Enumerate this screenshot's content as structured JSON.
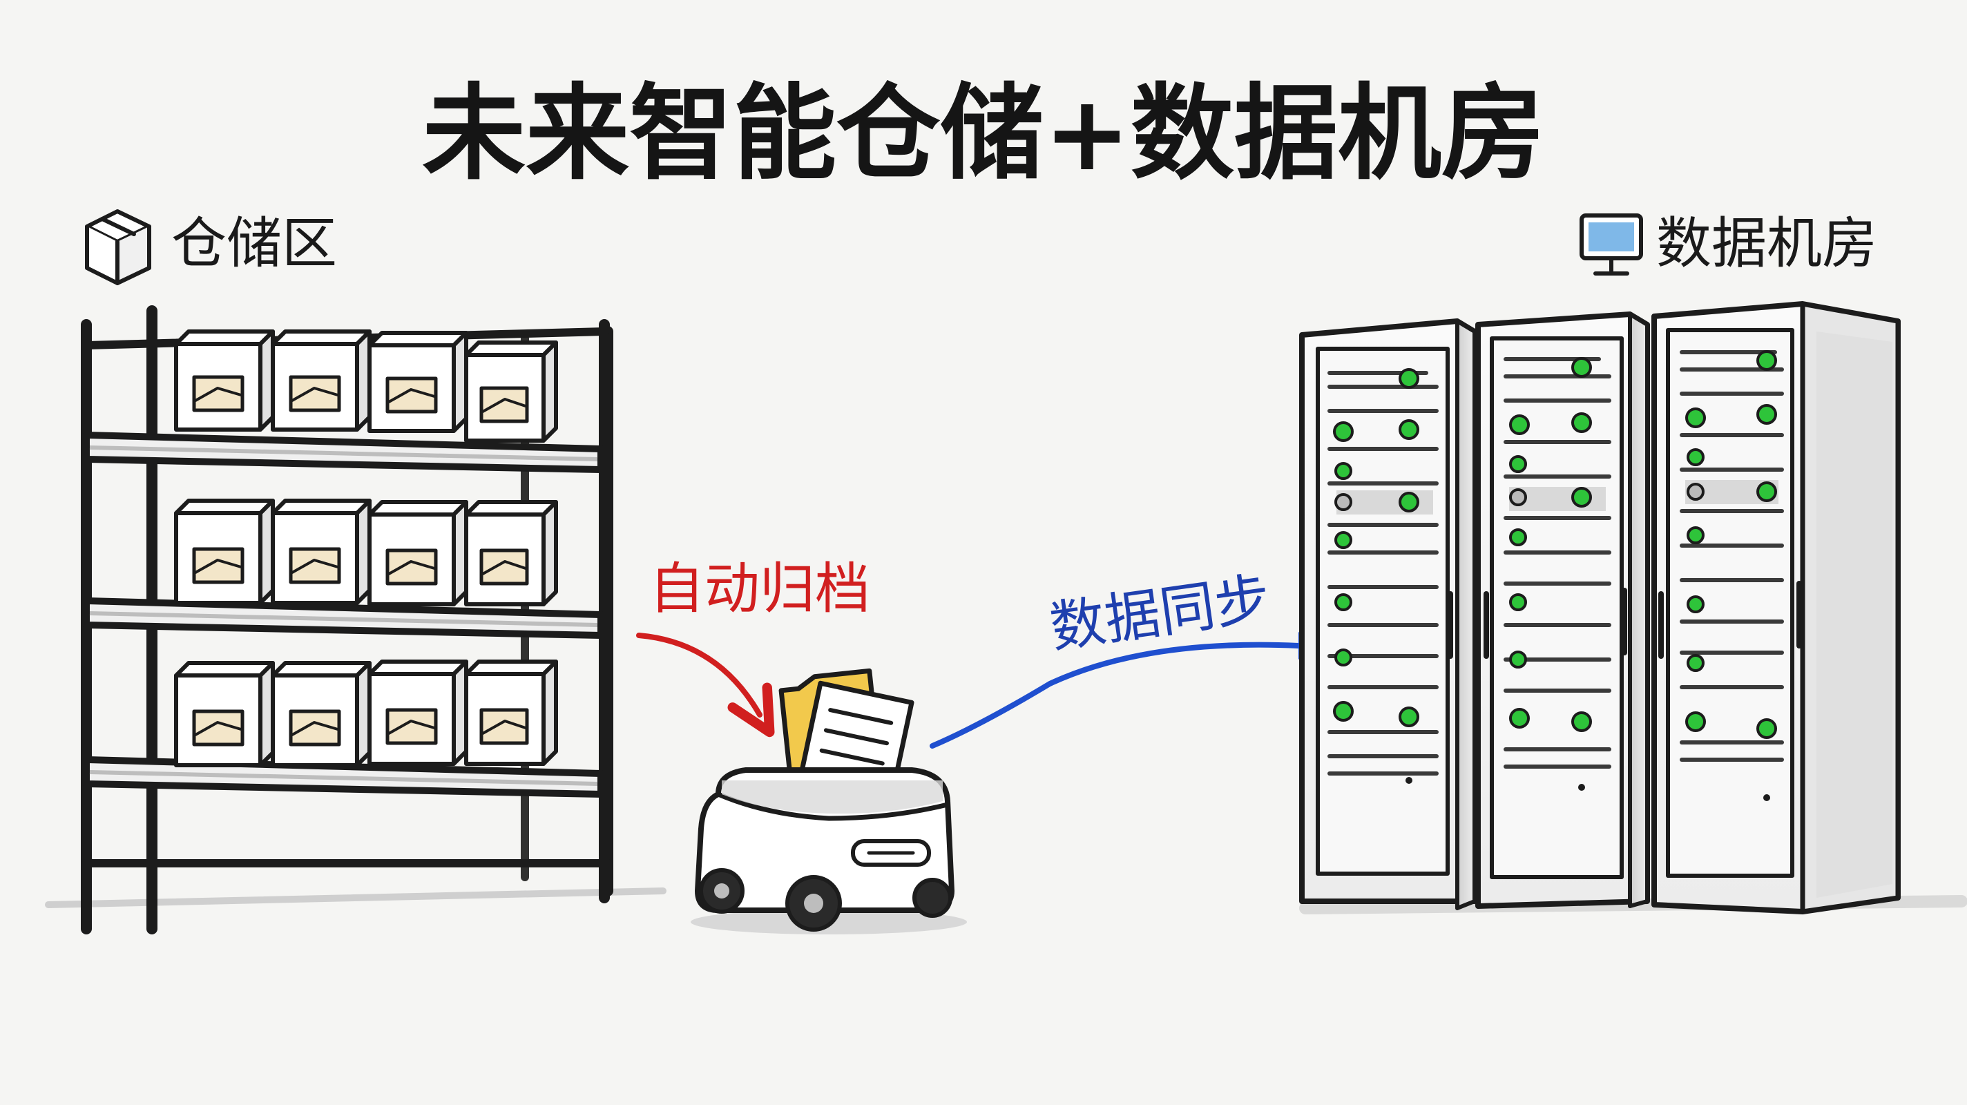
{
  "title": "未来智能仓储+数据机房",
  "left_section": {
    "icon": "box-icon",
    "label": "仓储区"
  },
  "right_section": {
    "icon": "monitor-icon",
    "label": "数据机房"
  },
  "arrows": {
    "archive": {
      "label": "自动归档",
      "color": "#d11f1f"
    },
    "sync": {
      "label": "数据同步",
      "color": "#1f4fcf"
    }
  },
  "colors": {
    "background": "#f5f5f3",
    "ink": "#1c1c1c",
    "led_green": "#2ec43a",
    "folder_fill": "#f3e6c9",
    "document_folder": "#f2c94c"
  },
  "shelf": {
    "rows": 3,
    "boxes_per_row": 4
  },
  "server_racks": {
    "count": 3
  }
}
